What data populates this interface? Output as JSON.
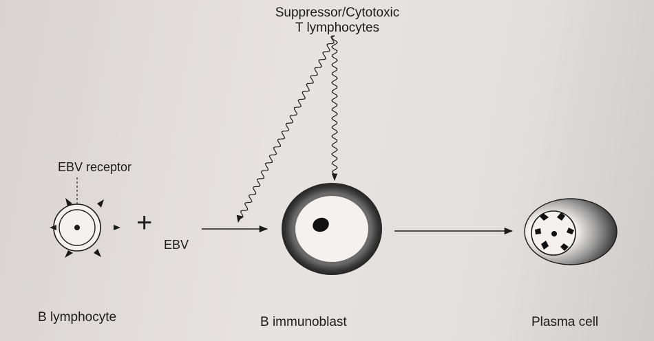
{
  "labels": {
    "suppressor_line1": "Suppressor/Cytotoxic",
    "suppressor_line2": "T lymphocytes",
    "ebv_receptor": "EBV receptor",
    "plus": "+",
    "ebv": "EBV",
    "b_lymphocyte": "B lymphocyte",
    "b_immunoblast": "B immunoblast",
    "plasma_cell": "Plasma cell"
  },
  "colors": {
    "ink": "#1b1b1b",
    "background": "#e4e0de",
    "cell_fill": "#f4f1ee"
  }
}
